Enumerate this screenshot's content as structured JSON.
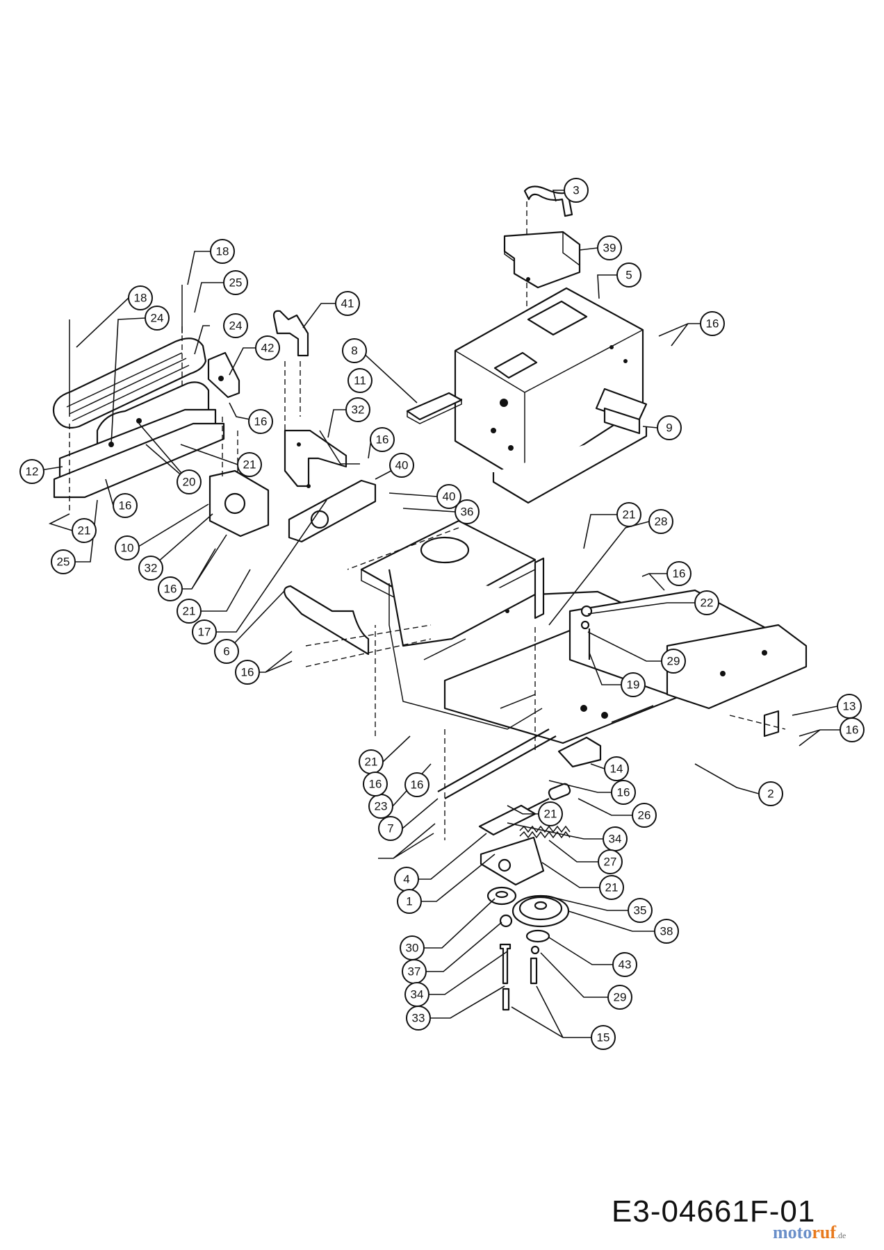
{
  "document_code": "E3-04661F-01",
  "watermark": {
    "part1": "moto",
    "part2": "ruf",
    "tld": ".de",
    "colors": [
      "#6a8fc9",
      "#e87a1e"
    ]
  },
  "callouts": [
    "3",
    "39",
    "5",
    "16",
    "9",
    "8",
    "41",
    "42",
    "24",
    "25",
    "18",
    "18",
    "24",
    "16",
    "32",
    "16",
    "11",
    "40",
    "40",
    "36",
    "21",
    "20",
    "12",
    "16",
    "21",
    "25",
    "10",
    "32",
    "16",
    "21",
    "17",
    "6",
    "16",
    "21",
    "28",
    "16",
    "22",
    "29",
    "19",
    "13",
    "16",
    "2",
    "14",
    "21",
    "16",
    "23",
    "7",
    "16",
    "26",
    "21",
    "34",
    "27",
    "21",
    "4",
    "1",
    "35",
    "38",
    "30",
    "43",
    "37",
    "29",
    "34",
    "33",
    "15",
    "16"
  ]
}
